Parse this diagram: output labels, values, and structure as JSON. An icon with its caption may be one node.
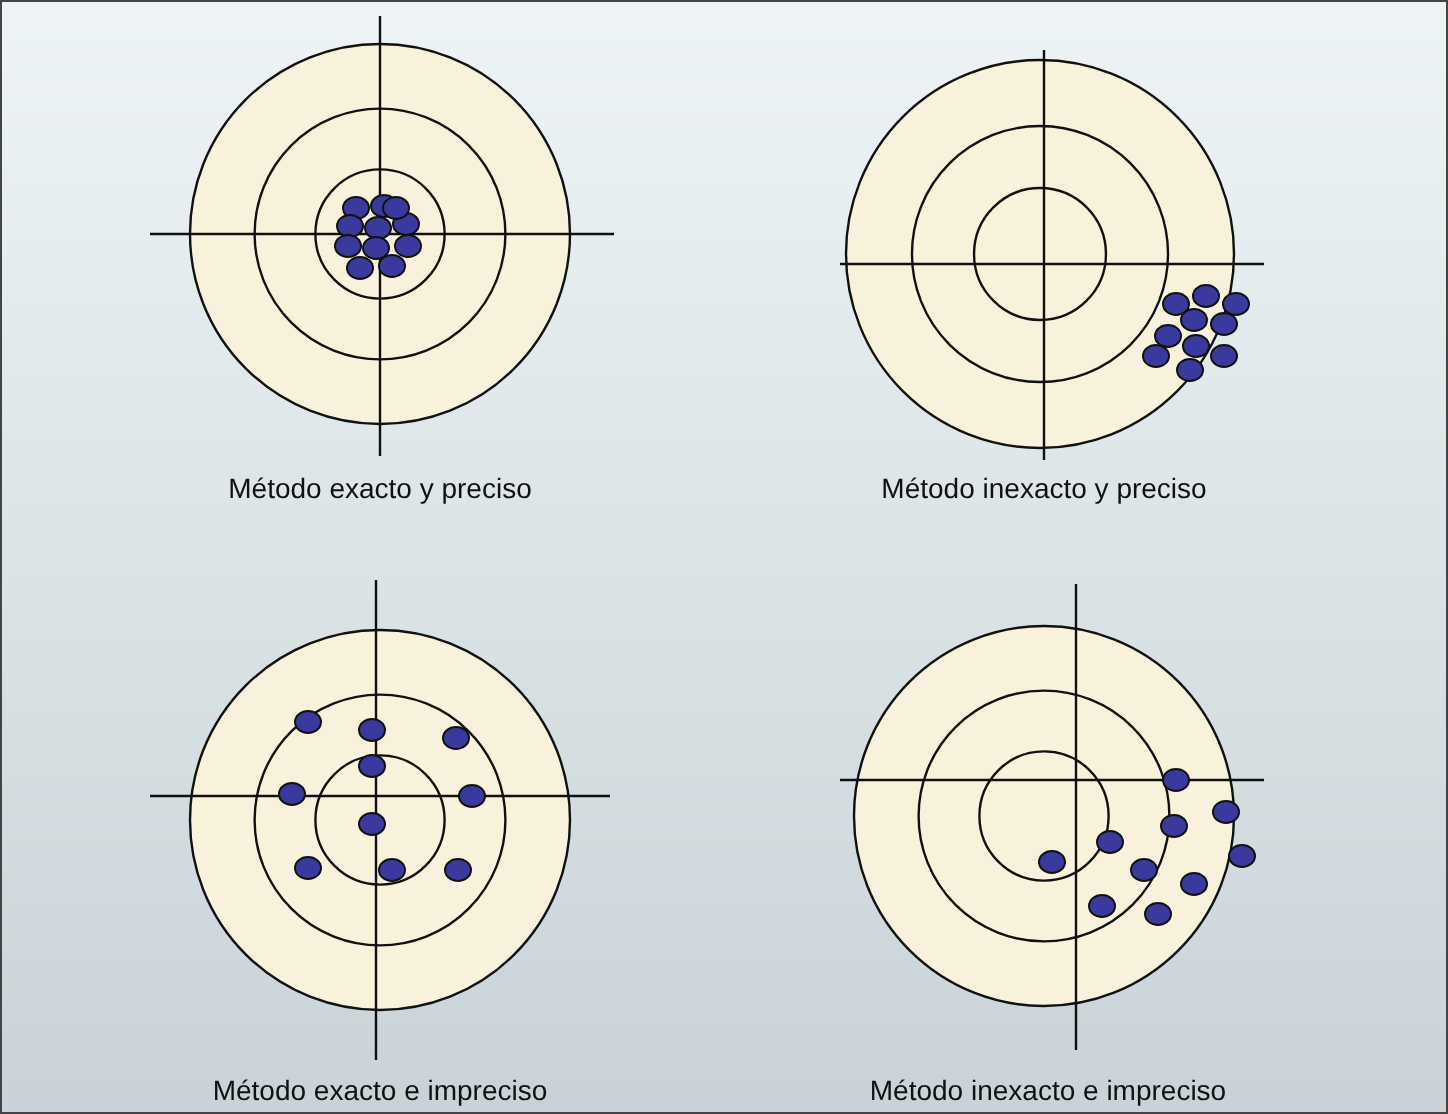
{
  "diagram": {
    "labels": [
      "Método exacto y preciso",
      "Método inexacto y preciso",
      "Método exacto e impreciso",
      "Método inexacto e impreciso"
    ]
  }
}
